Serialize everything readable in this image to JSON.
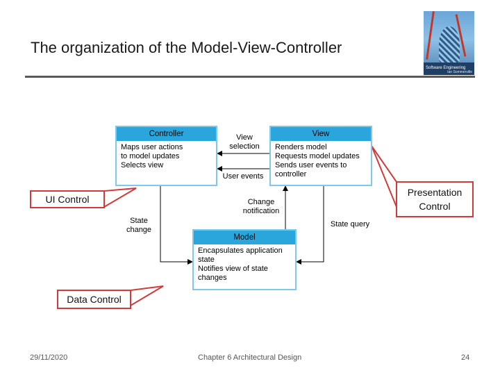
{
  "slide": {
    "title": "The organization of the Model-View-Controller",
    "cover": {
      "title": "Software Engineering",
      "author": "Ian Sommerville"
    }
  },
  "diagram": {
    "controller": {
      "header": "Controller",
      "lines": [
        "Maps user actions",
        "to model updates",
        "Selects view"
      ]
    },
    "view": {
      "header": "View",
      "lines": [
        "Renders model",
        "Requests model updates",
        "Sends user events to",
        "controller"
      ]
    },
    "model": {
      "header": "Model",
      "lines": [
        "Encapsulates application",
        "state",
        "Notifies view of state",
        "changes"
      ]
    },
    "arrow_labels": {
      "view_selection": [
        "View",
        "selection"
      ],
      "user_events": "User events",
      "change_notification": [
        "Change",
        "notification"
      ],
      "state_change": [
        "State",
        "change"
      ],
      "state_query": "State query"
    }
  },
  "callouts": {
    "ui_control": "UI Control",
    "presentation_control": [
      "Presentation",
      "Control"
    ],
    "data_control": "Data Control"
  },
  "footer": {
    "date": "29/11/2020",
    "chapter": "Chapter 6 Architectural Design",
    "page": "24"
  },
  "colors": {
    "box_header": "#2aa6dd",
    "box_border": "#7ec8ec",
    "callout_border": "#d23a3a",
    "title_rule": "#595959"
  }
}
